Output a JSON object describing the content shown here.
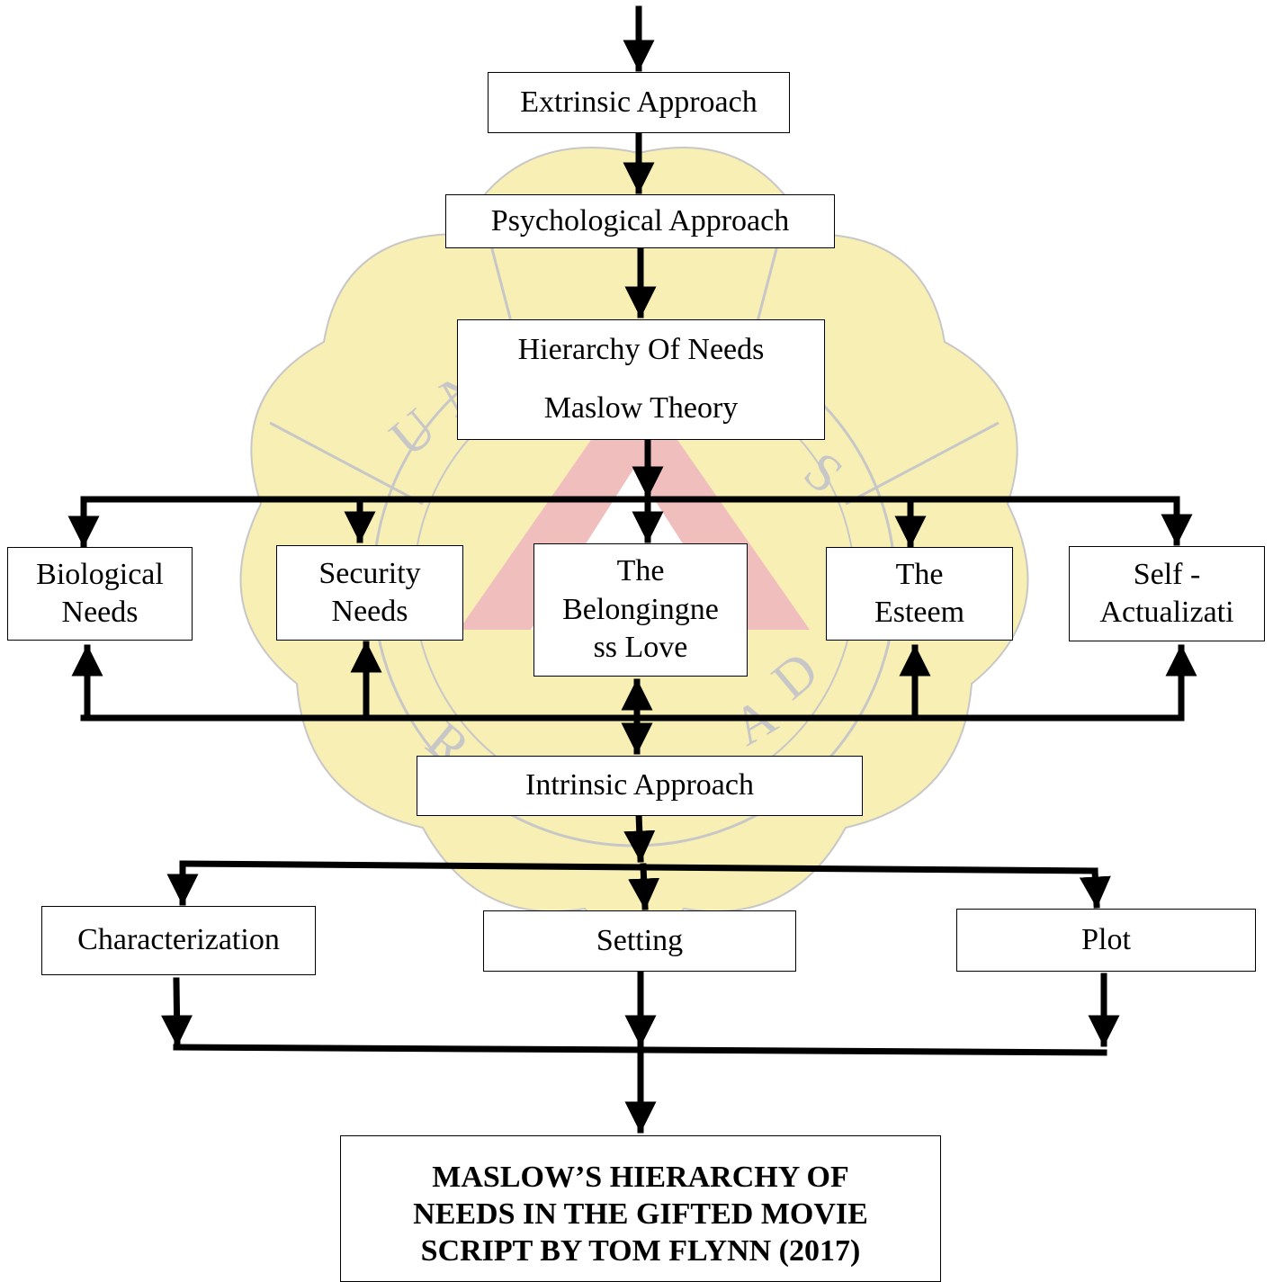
{
  "colors": {
    "ink": "#000000",
    "watermark_yellow": "#f4e27a",
    "watermark_red": "#e68a8a",
    "watermark_gray": "#9a9a9a"
  },
  "watermark": {
    "letters": [
      "U",
      "N",
      "S",
      "R",
      "A",
      "D",
      "A"
    ]
  },
  "nodes": {
    "extrinsic": "Extrinsic Approach",
    "psychological": "Psychological Approach",
    "hierarchy": {
      "line1": "Hierarchy Of Needs",
      "line2": "Maslow Theory"
    },
    "biological": {
      "line1": "Biological",
      "line2": "Needs"
    },
    "security": {
      "line1": "Security",
      "line2": "Needs"
    },
    "belonging": {
      "line1": "The",
      "line2": "Belongingne",
      "line3": "ss Love"
    },
    "esteem": {
      "line1": "The",
      "line2": "Esteem"
    },
    "self_actualization": {
      "line1": "Self -",
      "line2": "Actualizati"
    },
    "intrinsic": "Intrinsic Approach",
    "characterization": "Characterization",
    "setting": "Setting",
    "plot": "Plot",
    "final": {
      "line1": "MASLOW’S HIERARCHY OF",
      "line2": "NEEDS IN THE GIFTED MOVIE",
      "line3": "SCRIPT BY TOM FLYNN (2017)"
    }
  }
}
